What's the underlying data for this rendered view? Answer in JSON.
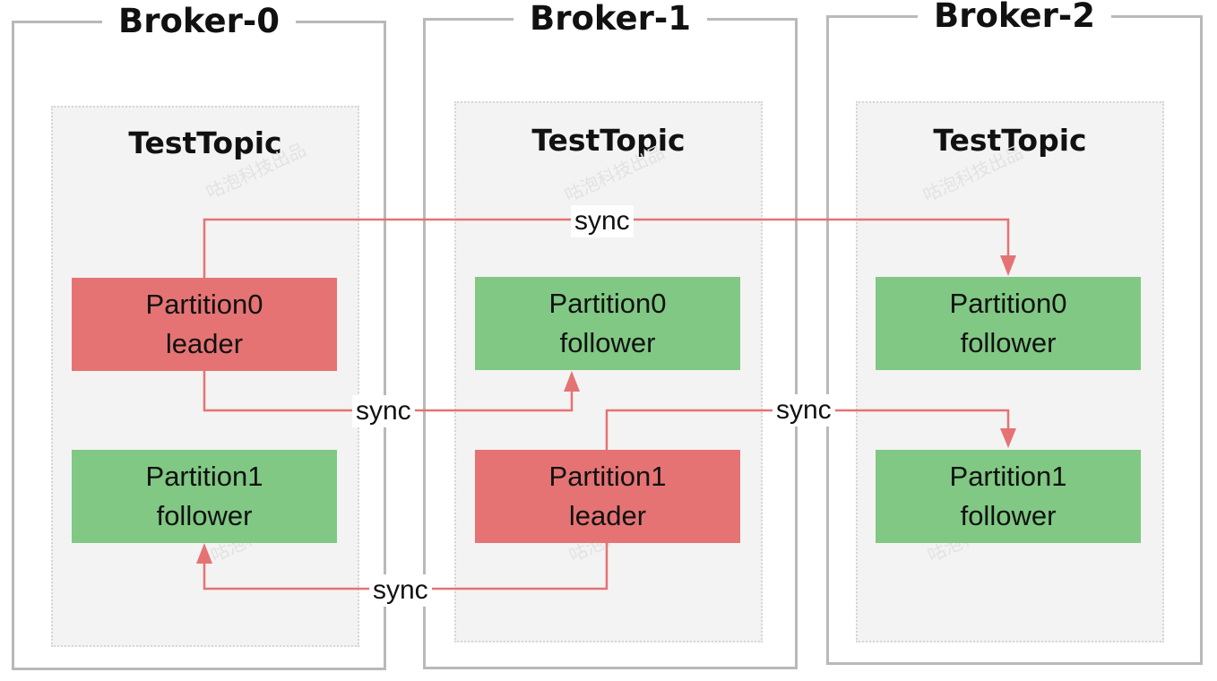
{
  "brokers": [
    {
      "name": "Broker-0",
      "topic": "TestTopic",
      "partitions": [
        {
          "name": "Partition0",
          "role": "leader"
        },
        {
          "name": "Partition1",
          "role": "follower"
        }
      ]
    },
    {
      "name": "Broker-1",
      "topic": "TestTopic",
      "partitions": [
        {
          "name": "Partition0",
          "role": "follower"
        },
        {
          "name": "Partition1",
          "role": "leader"
        }
      ]
    },
    {
      "name": "Broker-2",
      "topic": "TestTopic",
      "partitions": [
        {
          "name": "Partition0",
          "role": "follower"
        },
        {
          "name": "Partition1",
          "role": "follower"
        }
      ]
    }
  ],
  "sync_labels": [
    "sync",
    "sync",
    "sync",
    "sync"
  ],
  "watermark": "咕泡科技出品",
  "colors": {
    "leader": "#e57373",
    "follower": "#80c883",
    "arrow": "#e57373",
    "broker_border": "#b9b9bc"
  }
}
